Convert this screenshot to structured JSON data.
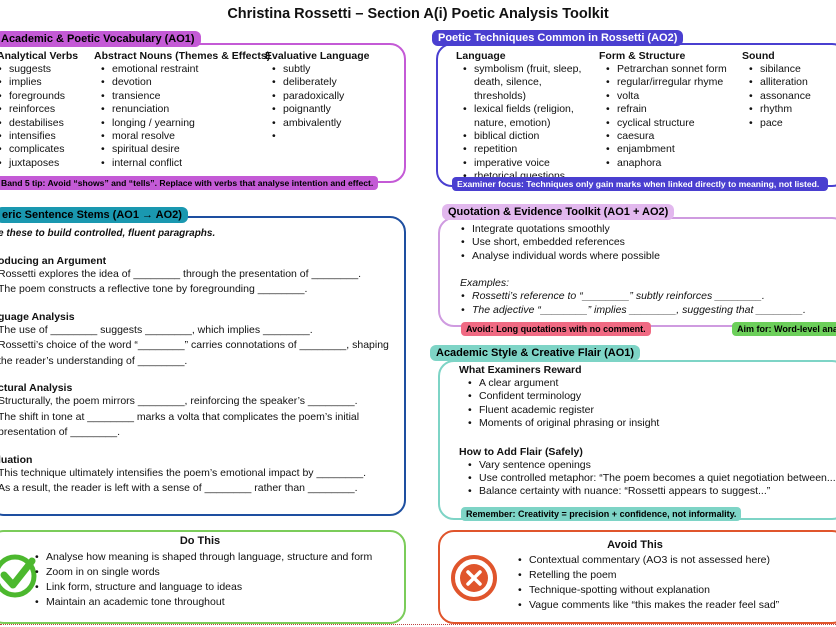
{
  "title": "Christina Rossetti – Section A(i) Poetic Analysis Toolkit",
  "vocab": {
    "heading": "Academic & Poetic Vocabulary (AO1)",
    "columns": [
      {
        "title": "Analytical Verbs",
        "items": [
          "suggests",
          "implies",
          "foregrounds",
          "reinforces",
          "destabilises",
          "intensifies",
          "complicates",
          "juxtaposes"
        ]
      },
      {
        "title": "Abstract Nouns (Themes & Effects)",
        "items": [
          "emotional restraint",
          "devotion",
          "transience",
          "renunciation",
          "longing / yearning",
          "moral resolve",
          "spiritual desire",
          "internal conflict"
        ]
      },
      {
        "title": "Evaluative Language",
        "items": [
          "subtly",
          "deliberately",
          "paradoxically",
          "poignantly",
          "ambivalently",
          ""
        ]
      }
    ],
    "tip": "Band 5 tip: Avoid “shows” and “tells”. Replace with verbs that analyse intention and effect."
  },
  "techniques": {
    "heading": "Poetic Techniques Common in Rossetti (AO2)",
    "columns": [
      {
        "title": "Language",
        "items": [
          "symbolism (fruit, sleep, death, silence, thresholds)",
          "lexical fields (religion, nature, emotion)",
          "biblical diction",
          "repetition",
          "imperative voice",
          "rhetorical questions"
        ]
      },
      {
        "title": "Form & Structure",
        "items": [
          "Petrarchan sonnet form",
          "regular/irregular rhyme",
          "volta",
          "refrain",
          "cyclical structure",
          "caesura",
          "enjambment",
          "anaphora"
        ]
      },
      {
        "title": "Sound",
        "items": [
          "sibilance",
          "alliteration",
          "assonance",
          "rhythm",
          "pace"
        ]
      }
    ],
    "tip": "Examiner focus: Techniques only gain marks when linked directly to meaning, not listed."
  },
  "stems": {
    "heading": "eric Sentence Stems (AO1 → AO2)",
    "intro": "e these to build controlled, fluent paragraphs.",
    "sections": [
      {
        "title": "oducing an Argument",
        "lines": [
          "Rossetti explores the idea of ________ through the presentation of ________.",
          "The poem constructs a reflective tone by foregrounding ________."
        ]
      },
      {
        "title": "guage Analysis",
        "lines": [
          "The use of ________ suggests ________, which implies ________.",
          "Rossetti’s choice of the word “________” carries connotations of ________, shaping",
          "the reader’s understanding of ________."
        ]
      },
      {
        "title": "ctural Analysis",
        "lines": [
          "Structurally, the poem mirrors ________, reinforcing the speaker’s ________.",
          "The shift in tone at ________ marks a volta that complicates the poem’s initial",
          "presentation of ________."
        ]
      },
      {
        "title": "luation",
        "lines": [
          "This technique ultimately intensifies the poem’s emotional impact by ________.",
          "As a result, the reader is left with a sense of ________ rather than ________."
        ]
      }
    ]
  },
  "quotation": {
    "heading": "Quotation & Evidence Toolkit (AO1 + AO2)",
    "items": [
      "Integrate quotations smoothly",
      "Use short, embedded references",
      "Analyse individual words where possible"
    ],
    "examples_label": "Examples:",
    "examples": [
      "Rossetti’s reference to “________” subtly reinforces ________.",
      "The adjective “________” implies ________, suggesting that ________."
    ],
    "tip_avoid": "Avoid: Long quotations with no comment.",
    "tip_aim": "Aim for: Word-level analysis"
  },
  "style": {
    "heading": "Academic Style & Creative Flair (AO1)",
    "reward_title": "What Examiners Reward",
    "reward_items": [
      "A clear argument",
      "Confident terminology",
      "Fluent academic register",
      "Moments of original phrasing or insight"
    ],
    "flair_title": "How to Add Flair (Safely)",
    "flair_items": [
      "Vary sentence openings",
      "Use controlled metaphor: “The poem becomes a quiet negotiation between...",
      "Balance certainty with nuance: “Rossetti appears to suggest...”"
    ],
    "tip": "Remember: Creativity = precision + confidence, not informality."
  },
  "do_this": {
    "heading": "Do This",
    "items": [
      "Analyse how meaning is shaped through language, structure and form",
      "Zoom in on single words",
      "Link form, structure and language to ideas",
      "Maintain an academic tone throughout"
    ]
  },
  "avoid_this": {
    "heading": "Avoid This",
    "items": [
      "Contextual commentary (AO3 is not assessed here)",
      "Retelling the poem",
      "Technique-spotting without explanation",
      "Vague comments like “this makes the reader feel sad”"
    ]
  },
  "colors": {
    "vocab": "#c45ad6",
    "techniques": "#4a3fd0",
    "stems": "#1e4fa0",
    "stems_tag": "#1a98b0",
    "quotation": "#cf9be0",
    "style": "#7ed4c6",
    "do": "#7bcc5a",
    "avoid": "#e0552c"
  }
}
